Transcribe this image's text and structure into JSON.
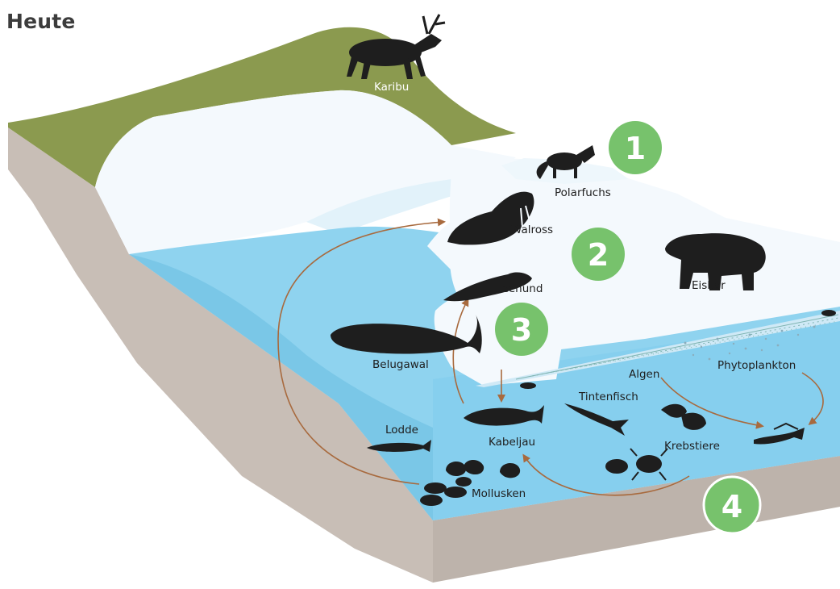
{
  "title": "Heute",
  "labels": {
    "karibu": "Karibu",
    "polarfuchs": "Polarfuchs",
    "walross": "Walross",
    "seehund": "Seehund",
    "eisbaer": "Eisbär",
    "belugawal": "Belugawal",
    "algen": "Algen",
    "phytoplankton": "Phytoplankton",
    "tintenfisch": "Tintenfisch",
    "lodde": "Lodde",
    "kabeljau": "Kabeljau",
    "krebstiere": "Krebstiere",
    "mollusken": "Mollusken"
  },
  "markers": [
    "1",
    "2",
    "3",
    "4"
  ],
  "colors": {
    "tundra": "#8b9a4f",
    "earth": "#c8beb6",
    "earth_dark": "#b7ada5",
    "water": "#7fcbea",
    "water_light": "#a5dbf1",
    "ice": "#f4f9fd",
    "ice_shadow": "#d3ecf8",
    "marker": "#77c26c",
    "arrow": "#a86a3e",
    "animal": "#1e1e1e"
  }
}
